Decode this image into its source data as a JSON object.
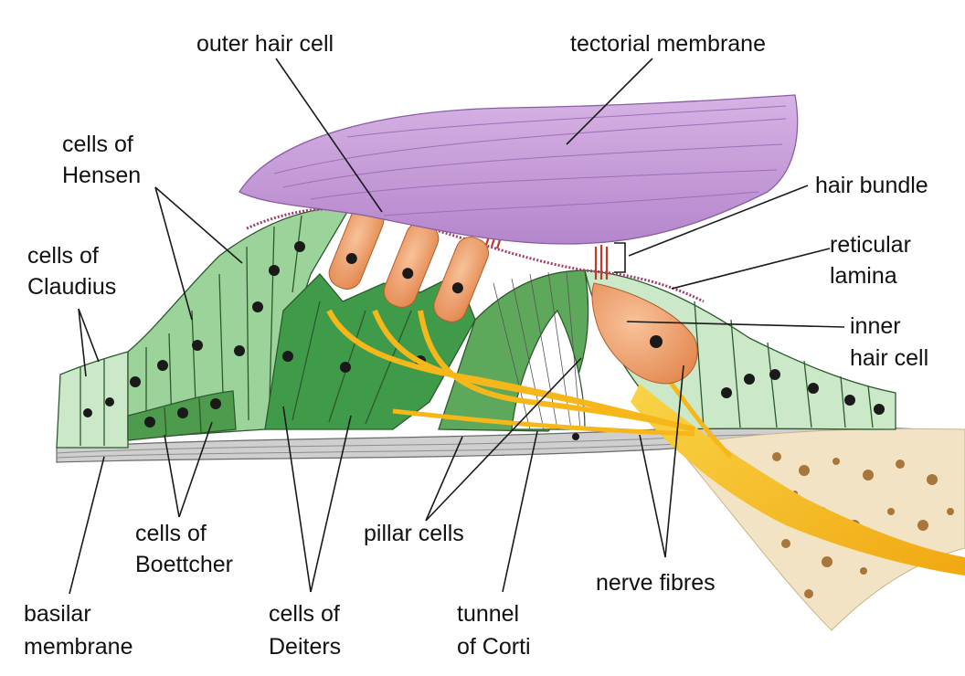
{
  "colors": {
    "membrane_purple": "#c79ad8",
    "cell_light_green": "#bfe3bf",
    "cell_mid_green": "#86c985",
    "cell_dark_green": "#3f9a4a",
    "hair_cell_orange": "#f2a26e",
    "nerve_yellow": "#f7c21c",
    "bone": "#f1e3c3"
  },
  "labels": {
    "outer_hair_cell": "outer hair cell",
    "tectorial_membrane": "tectorial membrane",
    "cells_of_hensen": [
      "cells of",
      "Hensen"
    ],
    "hair_bundle": "hair bundle",
    "cells_of_claudius": [
      "cells of",
      "Claudius"
    ],
    "reticular_lamina": [
      "reticular",
      "lamina"
    ],
    "inner_hair_cell": [
      "inner",
      "hair cell"
    ],
    "cells_of_boettcher": [
      "cells of",
      "Boettcher"
    ],
    "pillar_cells": "pillar cells",
    "nerve_fibres": "nerve fibres",
    "basilar_membrane": [
      "basilar",
      "membrane"
    ],
    "cells_of_deiters": [
      "cells of",
      "Deiters"
    ],
    "tunnel_of_corti": [
      "tunnel",
      "of Corti"
    ]
  }
}
